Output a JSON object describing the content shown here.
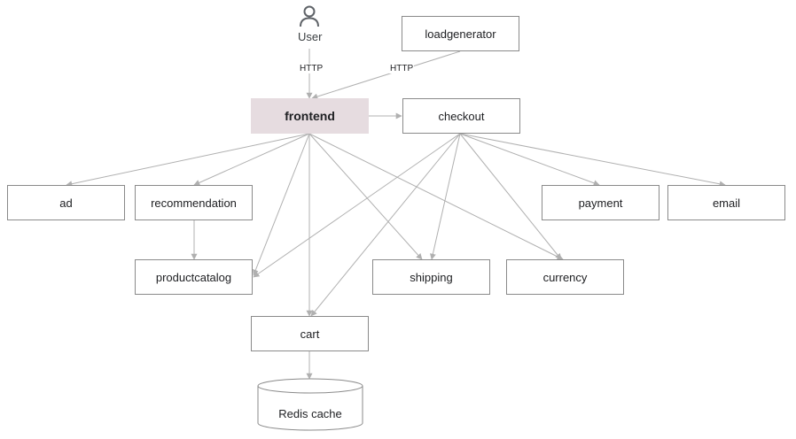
{
  "diagram": {
    "user": {
      "label": "User",
      "icon": "person-icon"
    },
    "nodes": {
      "loadgenerator": "loadgenerator",
      "frontend": "frontend",
      "checkout": "checkout",
      "ad": "ad",
      "recommendation": "recommendation",
      "payment": "payment",
      "email": "email",
      "productcatalog": "productcatalog",
      "shipping": "shipping",
      "currency": "currency",
      "cart": "cart",
      "redis": "Redis cache"
    },
    "edge_labels": {
      "user_to_frontend": "HTTP",
      "loadgenerator_to_frontend": "HTTP"
    },
    "edges": [
      [
        "user",
        "frontend"
      ],
      [
        "loadgenerator",
        "frontend"
      ],
      [
        "frontend",
        "checkout"
      ],
      [
        "frontend",
        "ad"
      ],
      [
        "frontend",
        "recommendation"
      ],
      [
        "frontend",
        "productcatalog"
      ],
      [
        "frontend",
        "cart"
      ],
      [
        "frontend",
        "shipping"
      ],
      [
        "frontend",
        "currency"
      ],
      [
        "checkout",
        "productcatalog"
      ],
      [
        "checkout",
        "cart"
      ],
      [
        "checkout",
        "shipping"
      ],
      [
        "checkout",
        "currency"
      ],
      [
        "checkout",
        "payment"
      ],
      [
        "checkout",
        "email"
      ],
      [
        "recommendation",
        "productcatalog"
      ],
      [
        "cart",
        "redis"
      ]
    ],
    "colors": {
      "highlight_fill": "#e6dce0",
      "box_border": "#8a8a8a",
      "edge": "#b0b0b0"
    }
  }
}
